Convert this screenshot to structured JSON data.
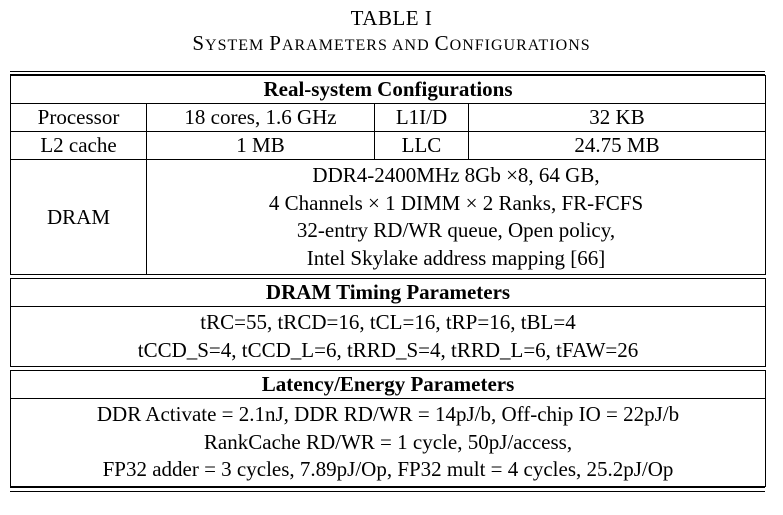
{
  "caption": {
    "label": "TABLE I",
    "title_parts": [
      {
        "big": "S",
        "small": "YSTEM "
      },
      {
        "big": "P",
        "small": "ARAMETERS AND "
      },
      {
        "big": "C",
        "small": "ONFIGURATIONS"
      }
    ]
  },
  "sections": {
    "real_system": {
      "heading": "Real-system Configurations",
      "processor_label": "Processor",
      "processor_value": "18 cores, 1.6 GHz",
      "l1_label": "L1I/D",
      "l1_value": "32 KB",
      "l2_label": "L2 cache",
      "l2_value": "1 MB",
      "llc_label": "LLC",
      "llc_value": "24.75 MB",
      "dram_label": "DRAM",
      "dram_lines": [
        "DDR4-2400MHz 8Gb ×8, 64 GB,",
        "4 Channels × 1 DIMM × 2 Ranks, FR-FCFS",
        "32-entry RD/WR queue, Open policy,",
        "Intel Skylake address mapping [66]"
      ]
    },
    "timing": {
      "heading": "DRAM Timing Parameters",
      "lines": [
        "tRC=55, tRCD=16, tCL=16, tRP=16, tBL=4",
        "tCCD_S=4, tCCD_L=6, tRRD_S=4, tRRD_L=6, tFAW=26"
      ]
    },
    "energy": {
      "heading": "Latency/Energy Parameters",
      "lines": [
        "DDR Activate = 2.1nJ, DDR RD/WR = 14pJ/b, Off-chip IO = 22pJ/b",
        "RankCache RD/WR = 1 cycle, 50pJ/access,",
        "FP32 adder = 3 cycles, 7.89pJ/Op, FP32 mult = 4 cycles, 25.2pJ/Op"
      ]
    }
  }
}
